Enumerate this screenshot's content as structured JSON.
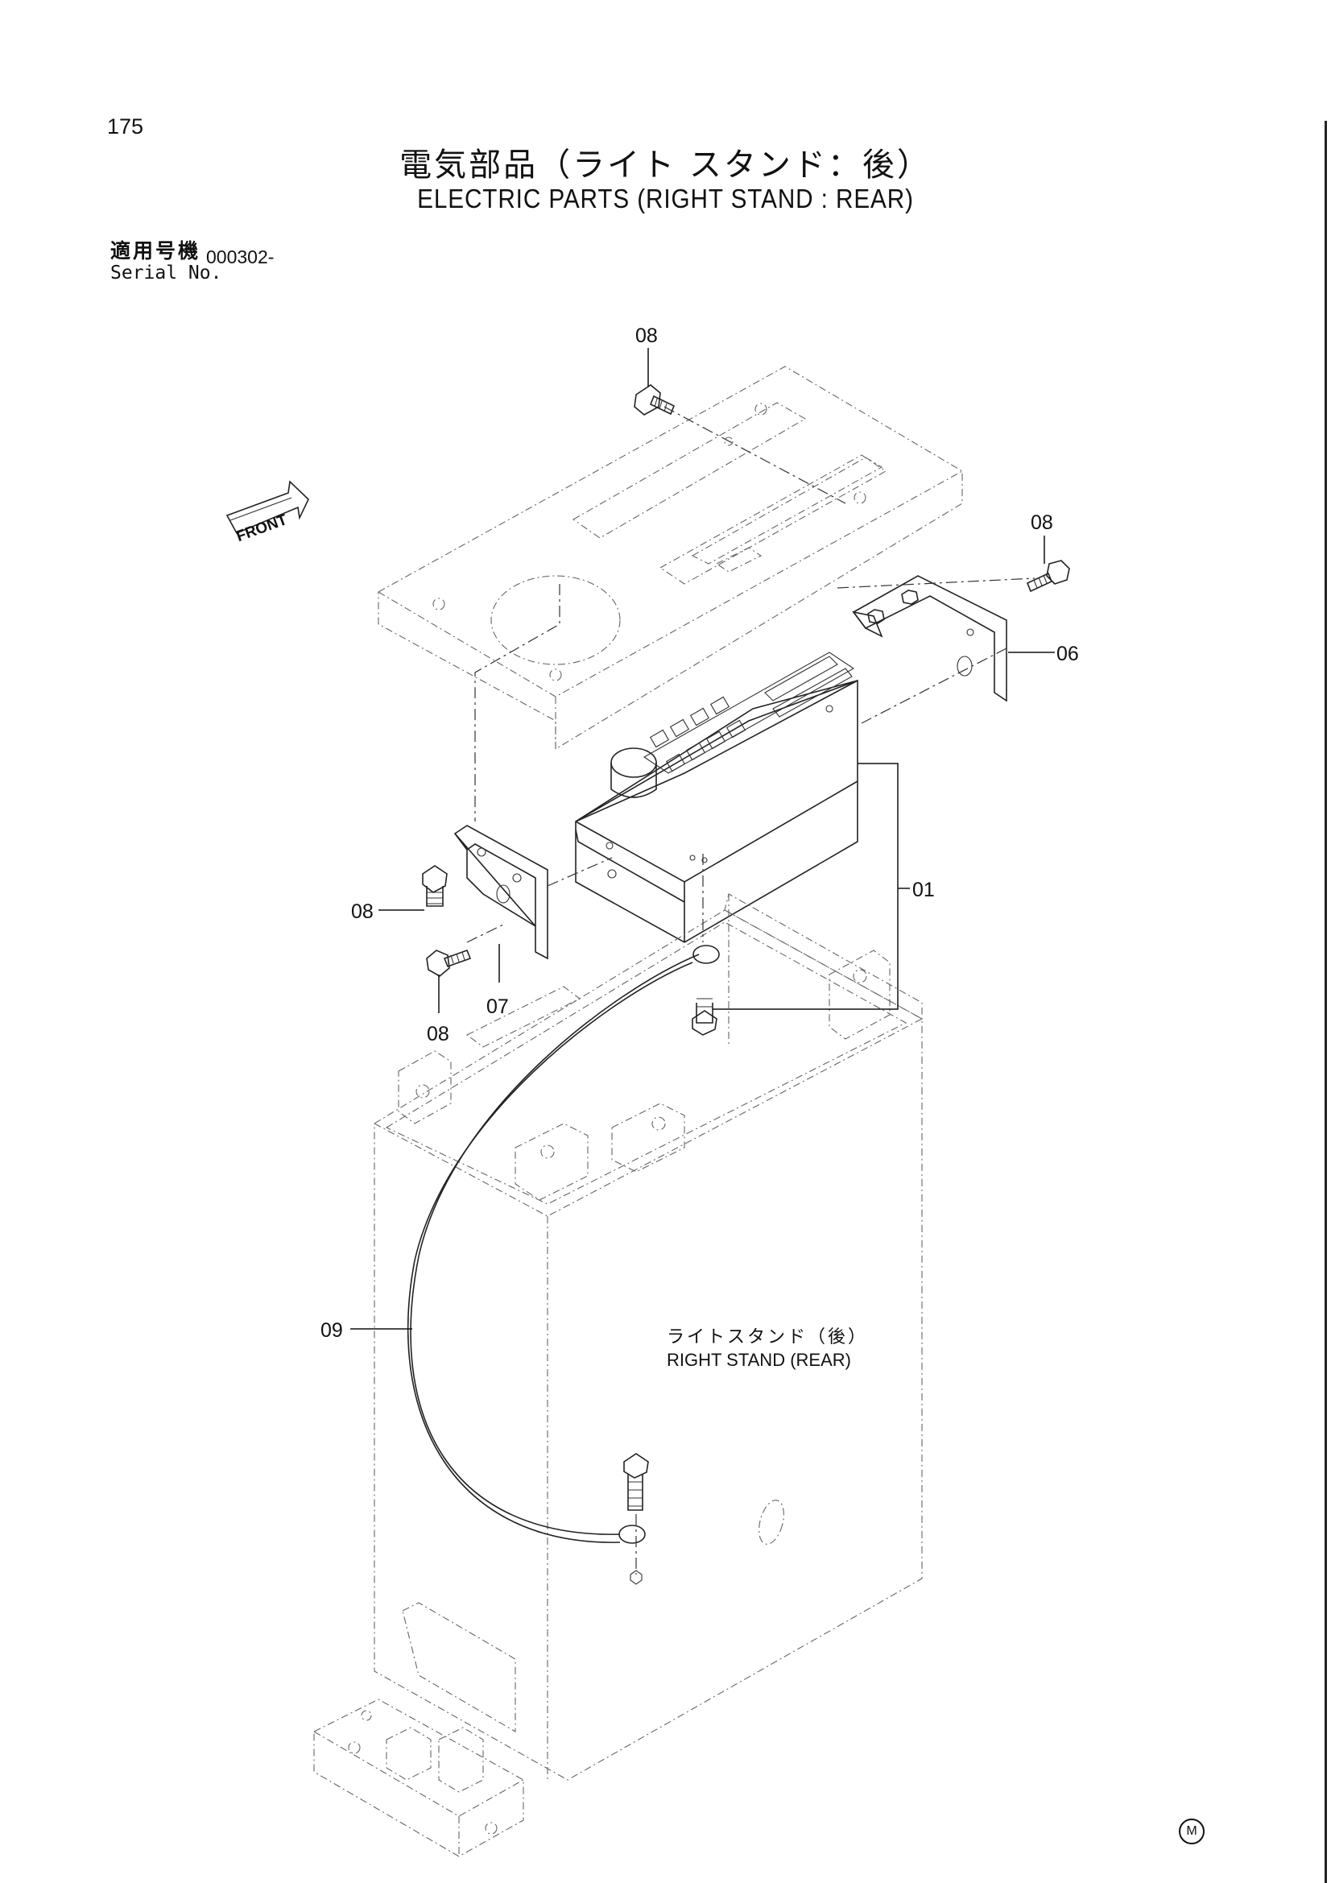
{
  "page": {
    "page_number": "175",
    "title_jp": "電気部品（ライト スタンド：後）",
    "title_en": "ELECTRIC PARTS (RIGHT STAND : REAR)",
    "serial_label_jp": "適用号機",
    "serial_label_en": "Serial No.",
    "serial_value": "000302-"
  },
  "diagram": {
    "front_arrow": "FRONT",
    "stand_label_jp": "ライトスタンド（後）",
    "stand_label_en": "RIGHT STAND (REAR)",
    "callouts": {
      "part_01": "01",
      "part_06": "06",
      "part_07": "07",
      "part_08_top": "08",
      "part_08_right": "08",
      "part_08_left_upper": "08",
      "part_08_left_lower": "08",
      "part_09": "09"
    }
  },
  "footer": {
    "mark": "M"
  }
}
